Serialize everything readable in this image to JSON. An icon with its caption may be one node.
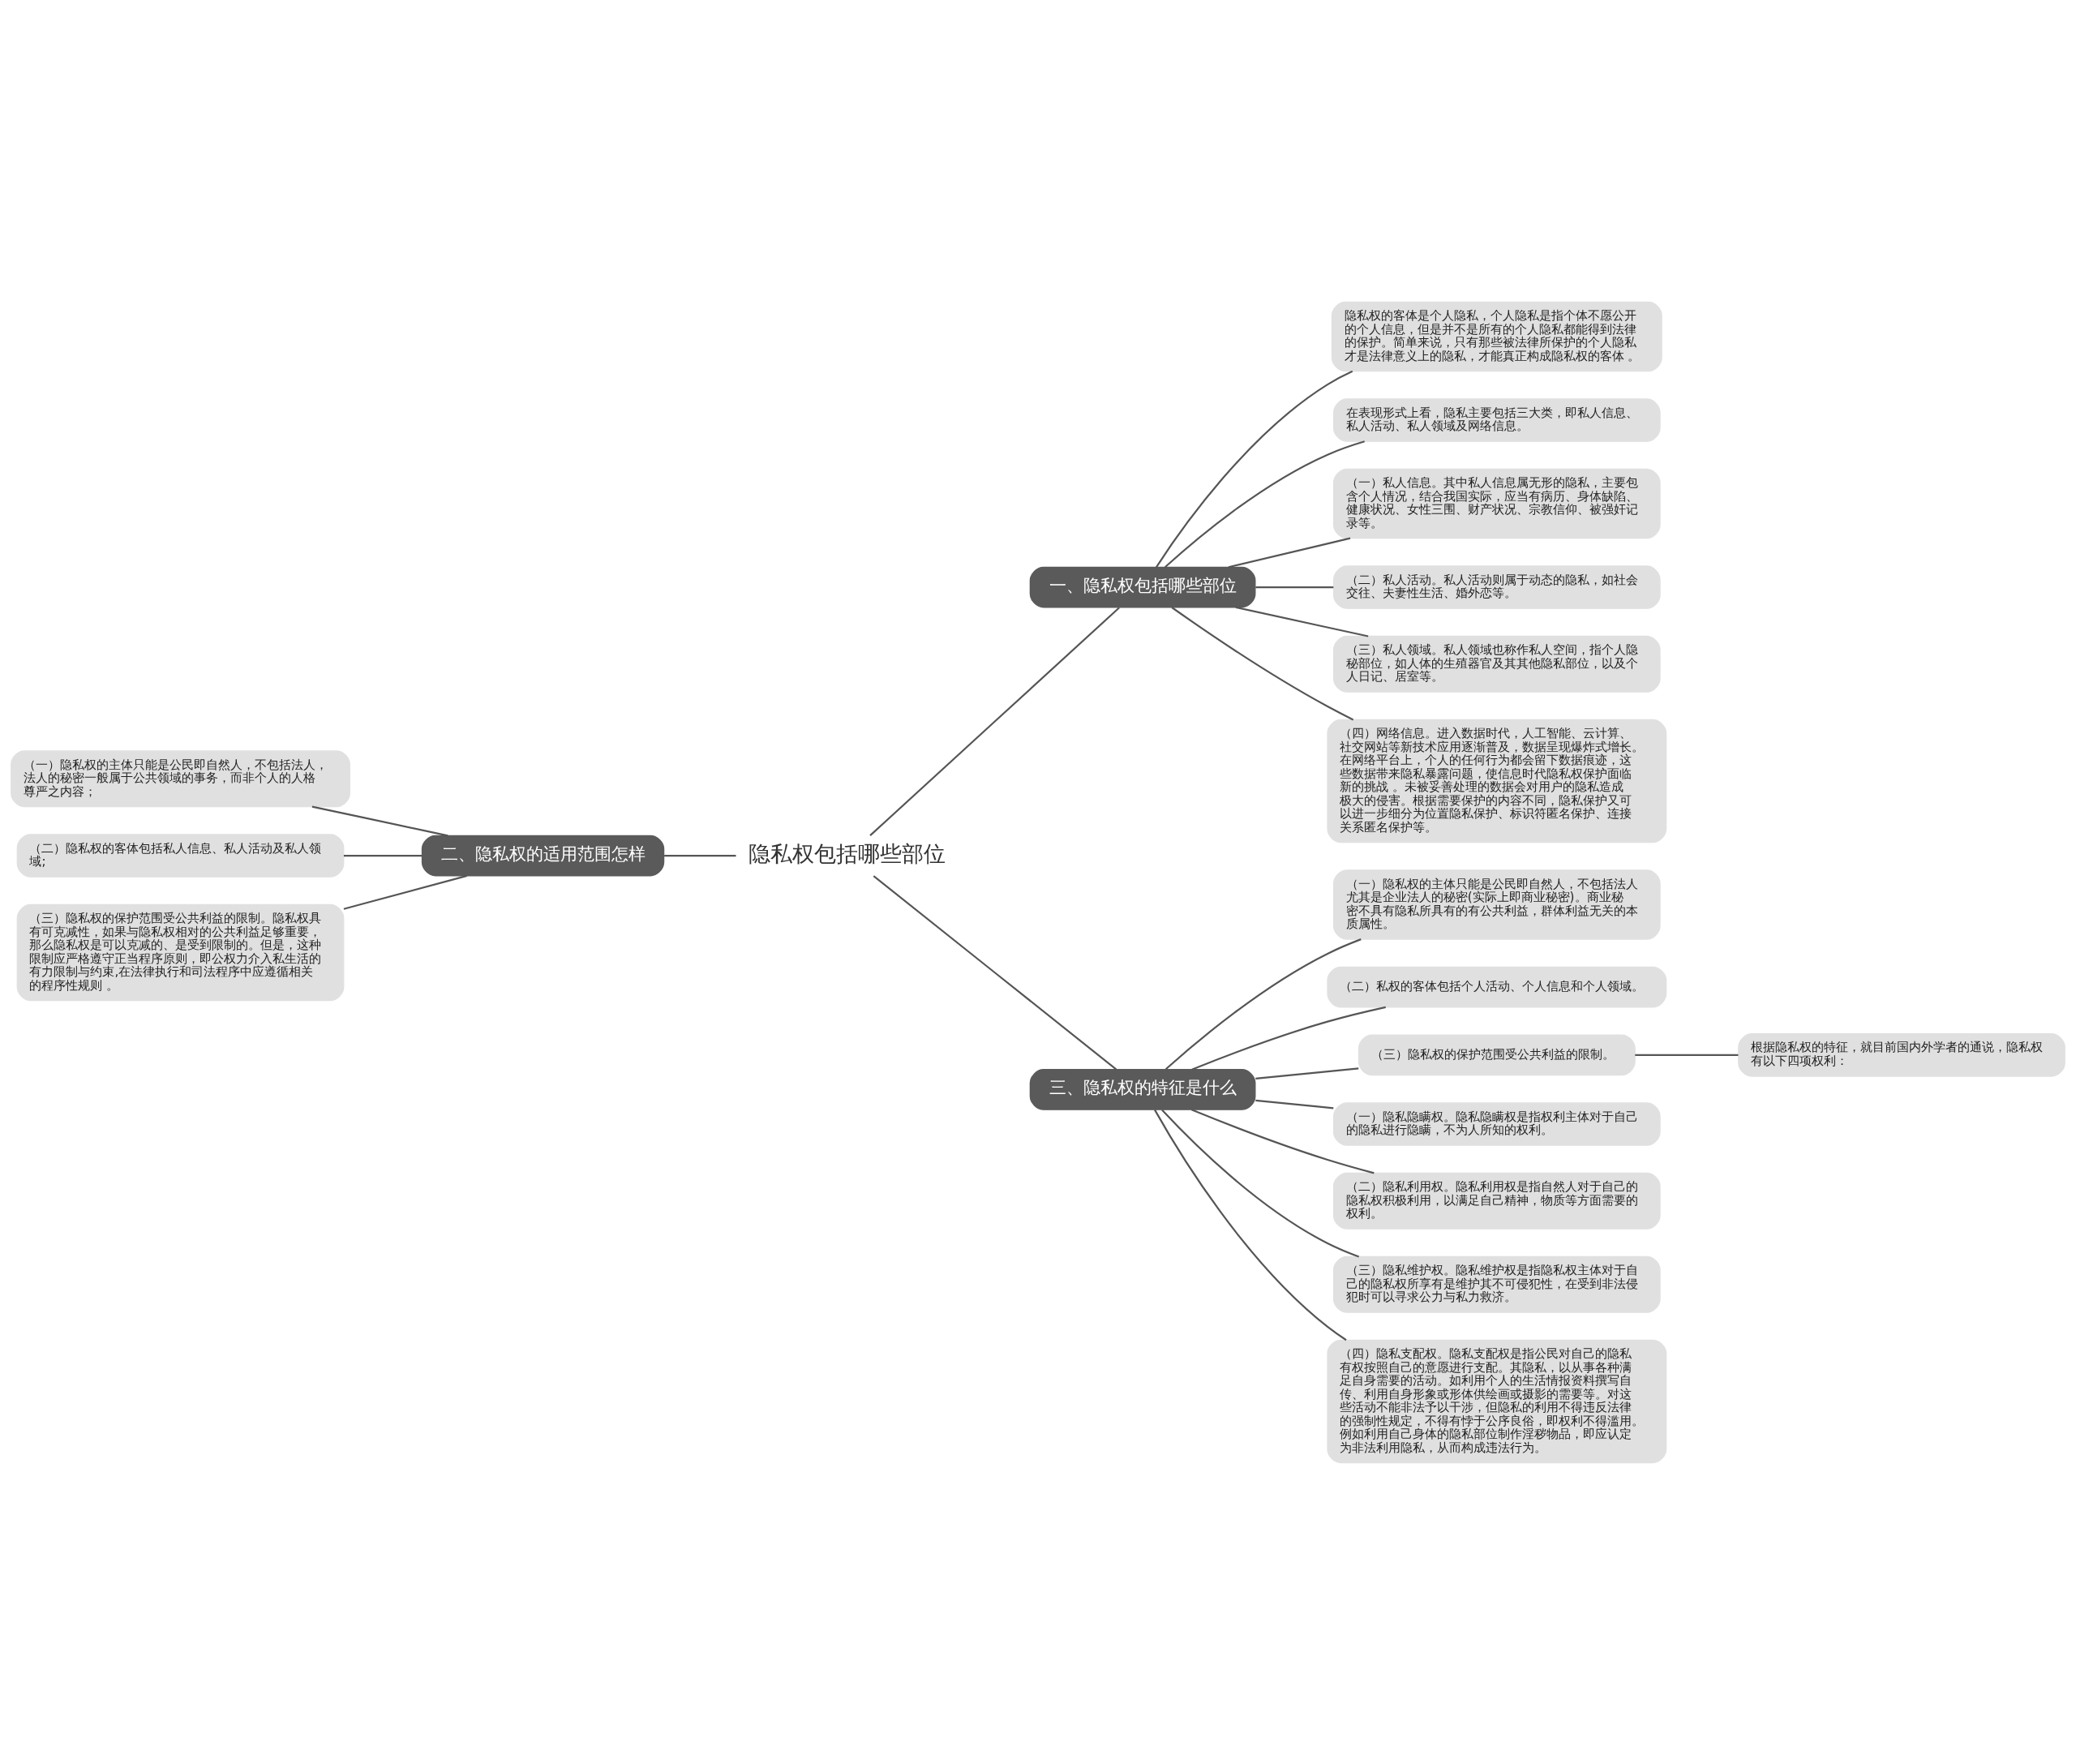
{
  "diagram": {
    "nodes": [
      {
        "text": [
          "隐私权包括哪些部位"
        ]
      },
      {
        "text": [
          "一、隐私权包括哪些部位"
        ]
      },
      {
        "text": [
          "隐私权的客体是个人隐私，个人隐私是指个体不愿公开的个人信息，但是并不是所有的个人隐私都能得到法律的保护。简单来说，只有那些被法律所保护的个人隐私才是法律意义上的隐私，才能真正构成隐私权的客体 。"
        ]
      },
      {
        "text": [
          "在表现形式上看，隐私主要包括三大类，即私人信息、私人活动、私人领域及网络信息。"
        ]
      },
      {
        "text": [
          "（一）私人信息。其中私人信息属无形的隐私，主要包含个人情况，结合我国实际，应当有病历、身体缺陷、健康状况、女性三围、财产状况、宗教信仰、被强奸记录等。"
        ]
      },
      {
        "text": [
          "（二）私人活动。私人活动则属于动态的隐私，如社会交往、夫妻性生活、婚外恋等。"
        ]
      },
      {
        "text": [
          "（三）私人领域。私人领域也称作私人空间，指个人隐秘部位，如人体的生殖器官及其其他隐私部位，以及个人日记、居室等。"
        ]
      },
      {
        "text": [
          "（四）网络信息。进入数据时代，人工智能、云计算、社交网站等新技术应用逐渐普及，数据呈现爆炸式增长。在网络平台上，个人的任何行为都会留下数据痕迹，这些数据带来隐私暴露问题，使信息时代隐私权保护面临新的挑战 。未被妥善处理的数据会对用户的隐私造成极大的侵害。根据需要保护的内容不同，隐私保护又可以进一步细分为位置隐私保护、标识符匿名保护、连接关系匿名保护等。"
        ]
      },
      {
        "text": [
          "二、隐私权的适用范围怎样"
        ]
      },
      {
        "text": [
          "（一）隐私权的主体只能是公民即自然人，不包括法人，法人的秘密一般属于公共领域的事务，而非个人的人格尊严之内容；"
        ]
      },
      {
        "text": [
          "（二）隐私权的客体包括私人信息、私人活动及私人领域;"
        ]
      },
      {
        "text": [
          "（三）隐私权的保护范围受公共利益的限制。隐私权具有可克减性，如果与隐私权相对的公共利益足够重要，那么隐私权是可以克减的、是受到限制的。但是，这种限制应严格遵守正当程序原则，即公权力介入私生活的有力限制与约束,在法律执行和司法程序中应遵循相关的程序性规则 。"
        ]
      },
      {
        "text": [
          "三、隐私权的特征是什么"
        ]
      },
      {
        "text": [
          "（一）隐私权的主体只能是公民即自然人，不包括法人尤其是企业法人的秘密(实际上即商业秘密)。商业秘密不具有隐私所具有的有公共利益，群体利益无关的本质属性。"
        ]
      },
      {
        "text": [
          "（二）私权的客体包括个人活动、个人信息和个人领域。"
        ]
      },
      {
        "text": [
          "（三）隐私权的保护范围受公共利益的限制。"
        ]
      },
      {
        "text": [
          "根据隐私权的特征，就目前国内外学者的通说，隐私权有以下四项权利："
        ]
      },
      {
        "text": [
          "（一）隐私隐瞒权。隐私隐瞒权是指权利主体对于自己的隐私进行隐瞒，不为人所知的权利。"
        ]
      },
      {
        "text": [
          "（二）隐私利用权。隐私利用权是指自然人对于自己的隐私权积极利用，以满足自己精神，物质等方面需要的权利。"
        ]
      },
      {
        "text": [
          "（三）隐私维护权。隐私维护权是指隐私权主体对于自己的隐私权所享有是维护其不可侵犯性，在受到非法侵犯时可以寻求公力与私力救济。"
        ]
      },
      {
        "text": [
          "（四）隐私支配权。隐私支配权是指公民对自己的隐私有权按照自己的意愿进行支配。其隐私，以从事各种满足自身需要的活动。如利用个人的生活情报资料撰写自传、利用自身形象或形体供绘画或摄影的需要等。对这些活动不能非法予以干涉，但隐私的利用不得违反法律的强制性规定，不得有悖于公序良俗，即权利不得滥用。例如利用自己身体的隐私部位制作淫秽物品，即应认定为非法利用隐私，从而构成违法行为。"
        ]
      }
    ],
    "edges": [
      {
        "from": 0,
        "to": 1,
        "arrow": "none"
      },
      {
        "from": 1,
        "to": 2,
        "arrow": "none"
      },
      {
        "from": 1,
        "to": 3,
        "arrow": "none"
      },
      {
        "from": 1,
        "to": 4,
        "arrow": "none"
      },
      {
        "from": 1,
        "to": 5,
        "arrow": "none"
      },
      {
        "from": 1,
        "to": 6,
        "arrow": "none"
      },
      {
        "from": 1,
        "to": 7,
        "arrow": "none"
      },
      {
        "from": 0,
        "to": 8,
        "arrow": "none"
      },
      {
        "from": 8,
        "to": 9,
        "arrow": "none"
      },
      {
        "from": 8,
        "to": 10,
        "arrow": "none"
      },
      {
        "from": 8,
        "to": 11,
        "arrow": "none"
      },
      {
        "from": 0,
        "to": 12,
        "arrow": "none"
      },
      {
        "from": 12,
        "to": 13,
        "arrow": "none"
      },
      {
        "from": 12,
        "to": 14,
        "arrow": "none"
      },
      {
        "from": 12,
        "to": 15,
        "arrow": "none"
      },
      {
        "from": 15,
        "to": 16,
        "arrow": "none"
      },
      {
        "from": 12,
        "to": 17,
        "arrow": "none"
      },
      {
        "from": 12,
        "to": 18,
        "arrow": "none"
      },
      {
        "from": 12,
        "to": 19,
        "arrow": "none"
      },
      {
        "from": 12,
        "to": 20,
        "arrow": "none"
      }
    ]
  }
}
